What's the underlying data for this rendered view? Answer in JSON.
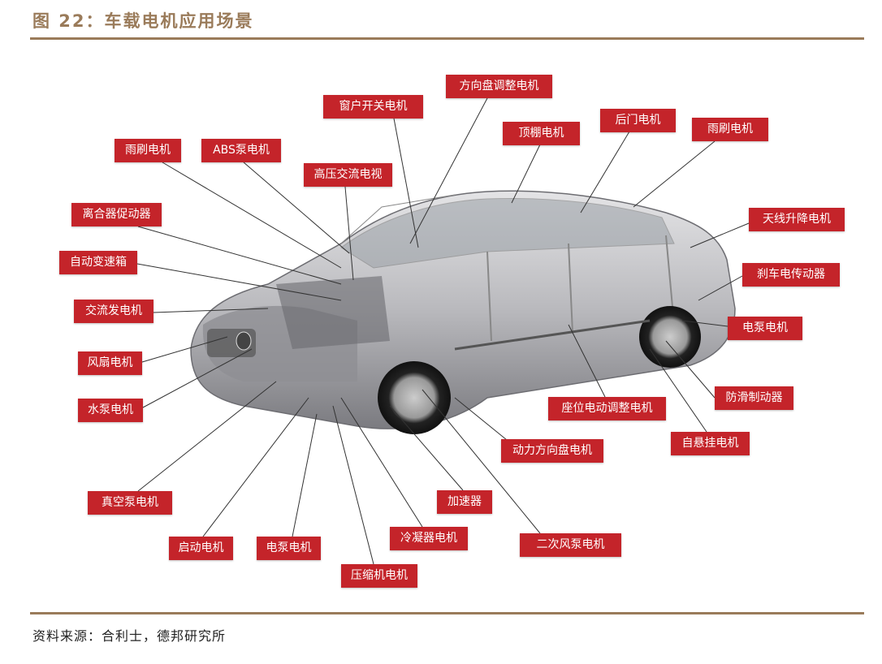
{
  "figure": {
    "title": "图 22：车载电机应用场景",
    "source": "资料来源：合利士，德邦研究所"
  },
  "colors": {
    "accent": "#9a7b5a",
    "label_bg": "#c4242a"
  },
  "labels": [
    "方向盘调整电机",
    "窗户开关电机",
    "顶棚电机",
    "后门电机",
    "雨刷电机",
    "雨刷电机",
    "ABS泵电机",
    "高压交流电视",
    "离合器促动器",
    "天线升降电机",
    "自动变速箱",
    "刹车电传动器",
    "交流发电机",
    "电泵电机",
    "风扇电机",
    "防滑制动器",
    "水泵电机",
    "座位电动调整电机",
    "自悬挂电机",
    "动力方向盘电机",
    "真空泵电机",
    "加速器",
    "冷凝器电机",
    "二次风泵电机",
    "启动电机",
    "电泵电机",
    "压缩机电机"
  ]
}
